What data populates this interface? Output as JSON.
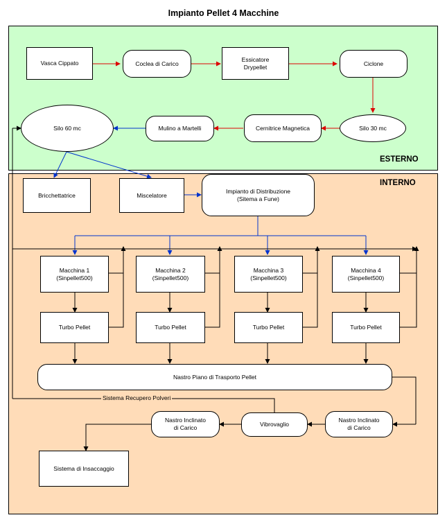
{
  "title": "Impianto Pellet 4 Macchine",
  "zones": {
    "esterno": {
      "label": "ESTERNO",
      "color": "#ccffcc"
    },
    "interno": {
      "label": "INTERNO",
      "color": "#ffdcb8"
    }
  },
  "nodes": {
    "vasca": "Vasca Cippato",
    "coclea": "Coclea di Carico",
    "essicatore": "Essicatore\nDrypellet",
    "ciclone": "Ciclone",
    "silo30": "Silo 30 mc",
    "cernitrice": "Cernitrice Magnetica",
    "mulino": "Mulino a Martelli",
    "silo60": "Silo 60 mc",
    "bricchettatrice": "Bricchettatrice",
    "miscelatore": "Miscelatore",
    "distribuzione": "Impianto di Distribuzione\n(Sitema a Fune)",
    "macchine": [
      "Macchina 1\n(Sinpellet500)",
      "Macchina 2\n(Sinpellet500)",
      "Macchina 3\n(Sinpellet500)",
      "Macchina 4\n(Sinpellet500)"
    ],
    "turbo": [
      "Turbo Pellet",
      "Turbo Pellet",
      "Turbo Pellet",
      "Turbo Pellet"
    ],
    "nastro_piano": "Nastro Piano di Trasporto Pellet",
    "nastro_incl_dx": "Nastro Inclinato\ndi Carico",
    "vibrovaglio": "Vibrovaglio",
    "nastro_incl_sx": "Nastro Inclinato\ndi Carico",
    "insaccaggio": "Sistema di Insaccaggio"
  },
  "labels": {
    "recupero": "Sistema Recupero Polveri"
  },
  "colors": {
    "red_arrow": "#dd0000",
    "blue_arrow": "#0033cc",
    "black_arrow": "#000000"
  }
}
